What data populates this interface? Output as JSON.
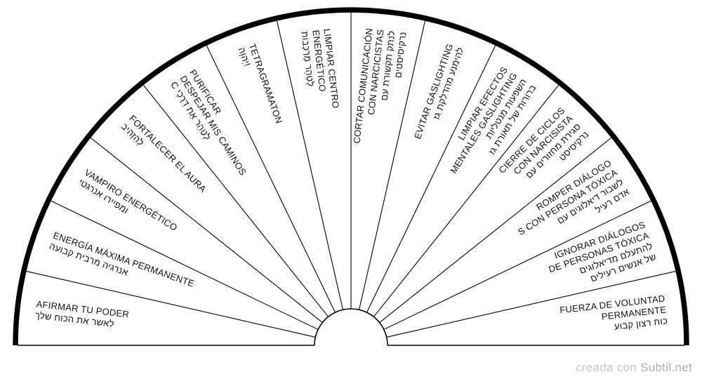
{
  "page": {
    "background": "#ffffff",
    "line_color": "#000000",
    "text_color": "#111111"
  },
  "watermark": {
    "prefix": "creada con ",
    "brand": "Subtil.net"
  },
  "chart_data": {
    "type": "pie",
    "shape": "semicircle",
    "title": "",
    "sector_count": 14,
    "sector_angle_deg": 12.86,
    "categories": [
      "AFIRMAR TU PODER",
      "ENERGÍA MÁXIMA PERMANENTE",
      "VAMPIRO ENERGÉTICO",
      "FORTALECER EL AURA",
      "PURIFICAR DESPEJAR MIS CAMINOS",
      "TETRAGRAMATON",
      "LIMPIAR CENTRO ENERGÉTICO",
      "CORTAR COMUNICACIÓN CON NARCICISTAS",
      "EVITAR GASLIGHTING",
      "LIMPIAR EFECTOS MENTALES GASLIGHTING",
      "CIERRE DE CICLOS CON NARCISISTA",
      "ROMPER DIÁLOGOS CON PERSONA TÓXICA",
      "IGNORAR DIÁLOGOS DE PERSONAS TÓXICA",
      "FUERZA DE VOLUNTAD PERMANENTE"
    ],
    "values": [
      12.86,
      12.86,
      12.86,
      12.86,
      12.86,
      12.86,
      12.86,
      12.86,
      12.86,
      12.86,
      12.86,
      12.86,
      12.86,
      12.86
    ],
    "sectors": [
      {
        "label_es": "AFIRMAR TU PODER",
        "label_he": "לאשר את הכוח שלך",
        "display_lines": [
          "AFIRMAR TU PODER",
          "לאשר את הכוח שלך"
        ]
      },
      {
        "label_es": "ENERGÍA MÁXIMA PERMANENTE",
        "label_he": "אנרגיה מרבית קבועה",
        "display_lines": [
          "ENERGÍA MÁXIMA PERMANENTE",
          "אנרגיה מרבית קבועה"
        ]
      },
      {
        "label_es": "VAMPIRO ENERGÉTICO",
        "label_he": "ומפיירו אנרגטי",
        "display_lines": [
          "VAMPIRO ENERGÉTICO",
          "ומפיירו אנרגטי"
        ]
      },
      {
        "label_es": "FORTALECER EL AURA",
        "label_he": "לְהַזְהִיב",
        "display_lines": [
          "FORTALECER EL AURA",
          "לְהַזְהִיב"
        ]
      },
      {
        "label_es": "PURIFICAR DESPEJAR MIS CAMINOS",
        "label_he": "C לְטַהֵר אֶת דְּרָכַי",
        "display_lines": [
          "PURIFICAR",
          "DESPEJAR MIS CAMINOS",
          "C לְטַהֵר אֶת דְּרָכַי"
        ]
      },
      {
        "label_es": "TETRAGRAMATON",
        "label_he": "יְהוָה!",
        "display_lines": [
          "TETRAGRAMATON",
          "יְהוָה!"
        ]
      },
      {
        "label_es": "LIMPIAR CENTRO ENERGÉTICO",
        "label_he": "לְטַהֵר מֶרְכָּבוֹת",
        "display_lines": [
          "LIMPIAR CENTRO",
          "ENERGÉTICO",
          "לְטַהֵר מֶרְכָּבוֹת"
        ]
      },
      {
        "label_es": "CORTAR COMUNICACIÓN CON NARCICISTAS",
        "label_he": "לנתק תקשורת עם נרקיסיסטים",
        "display_lines": [
          "CORTAR COMUNICACIÓN",
          "CON NARCICISTAS",
          "לנתק תקשורת עם",
          "נרקיסיסטים"
        ]
      },
      {
        "label_es": "EVITAR GASLIGHTING",
        "label_he": "להימנע מהדלקת גז",
        "display_lines": [
          "EVITAR GASLIGHTING",
          "להימנע מהדלקת גז"
        ]
      },
      {
        "label_es": "LIMPIAR EFECTOS MENTALES GASLIGHTING",
        "label_he": "השפעות מנטליות ברורות של תאורת גז",
        "display_lines": [
          "LIMPIAR EFECTOS",
          "MENTALES GASLIGHTING",
          "השפעות מנטליות",
          "ברורות של תאורת גז"
        ]
      },
      {
        "label_es": "CIERRE DE CICLOS CON NARCISISTA",
        "label_he": "סגירת מחזורים עם נרקיסיסט",
        "display_lines": [
          "CIERRE DE CICLOS",
          "CON NARCISISTA",
          "סגירת מחזורים עם",
          "נרקיסיסט"
        ]
      },
      {
        "label_es": "ROMPER DIÁLOGOS CON PERSONA TÓXICA",
        "label_he": "לשבור דיאלוגים עם אדם רעיל",
        "display_lines": [
          "ROMPER DIÁLOGO",
          "S CON PERSONA TÓXICA",
          "לשבור דיאלוגים עם",
          "אדם רעיל"
        ]
      },
      {
        "label_es": "IGNORAR DIÁLOGOS DE PERSONAS TÓXICA",
        "label_he": "להתעלם מדיאלוגים של אנשים רעילים",
        "display_lines": [
          "IGNORAR DIÁLOGOS",
          "DE PERSONAS TÓXICA",
          "להתעלם מדיאלוגים",
          "של אנשים רעילים"
        ]
      },
      {
        "label_es": "FUERZA DE VOLUNTAD PERMANENTE",
        "label_he": "כוח רצון קבוע",
        "display_lines": [
          "FUERZA DE VOLUNTAD",
          "PERMANENTE",
          "כוח רצון קבוע"
        ]
      }
    ]
  }
}
